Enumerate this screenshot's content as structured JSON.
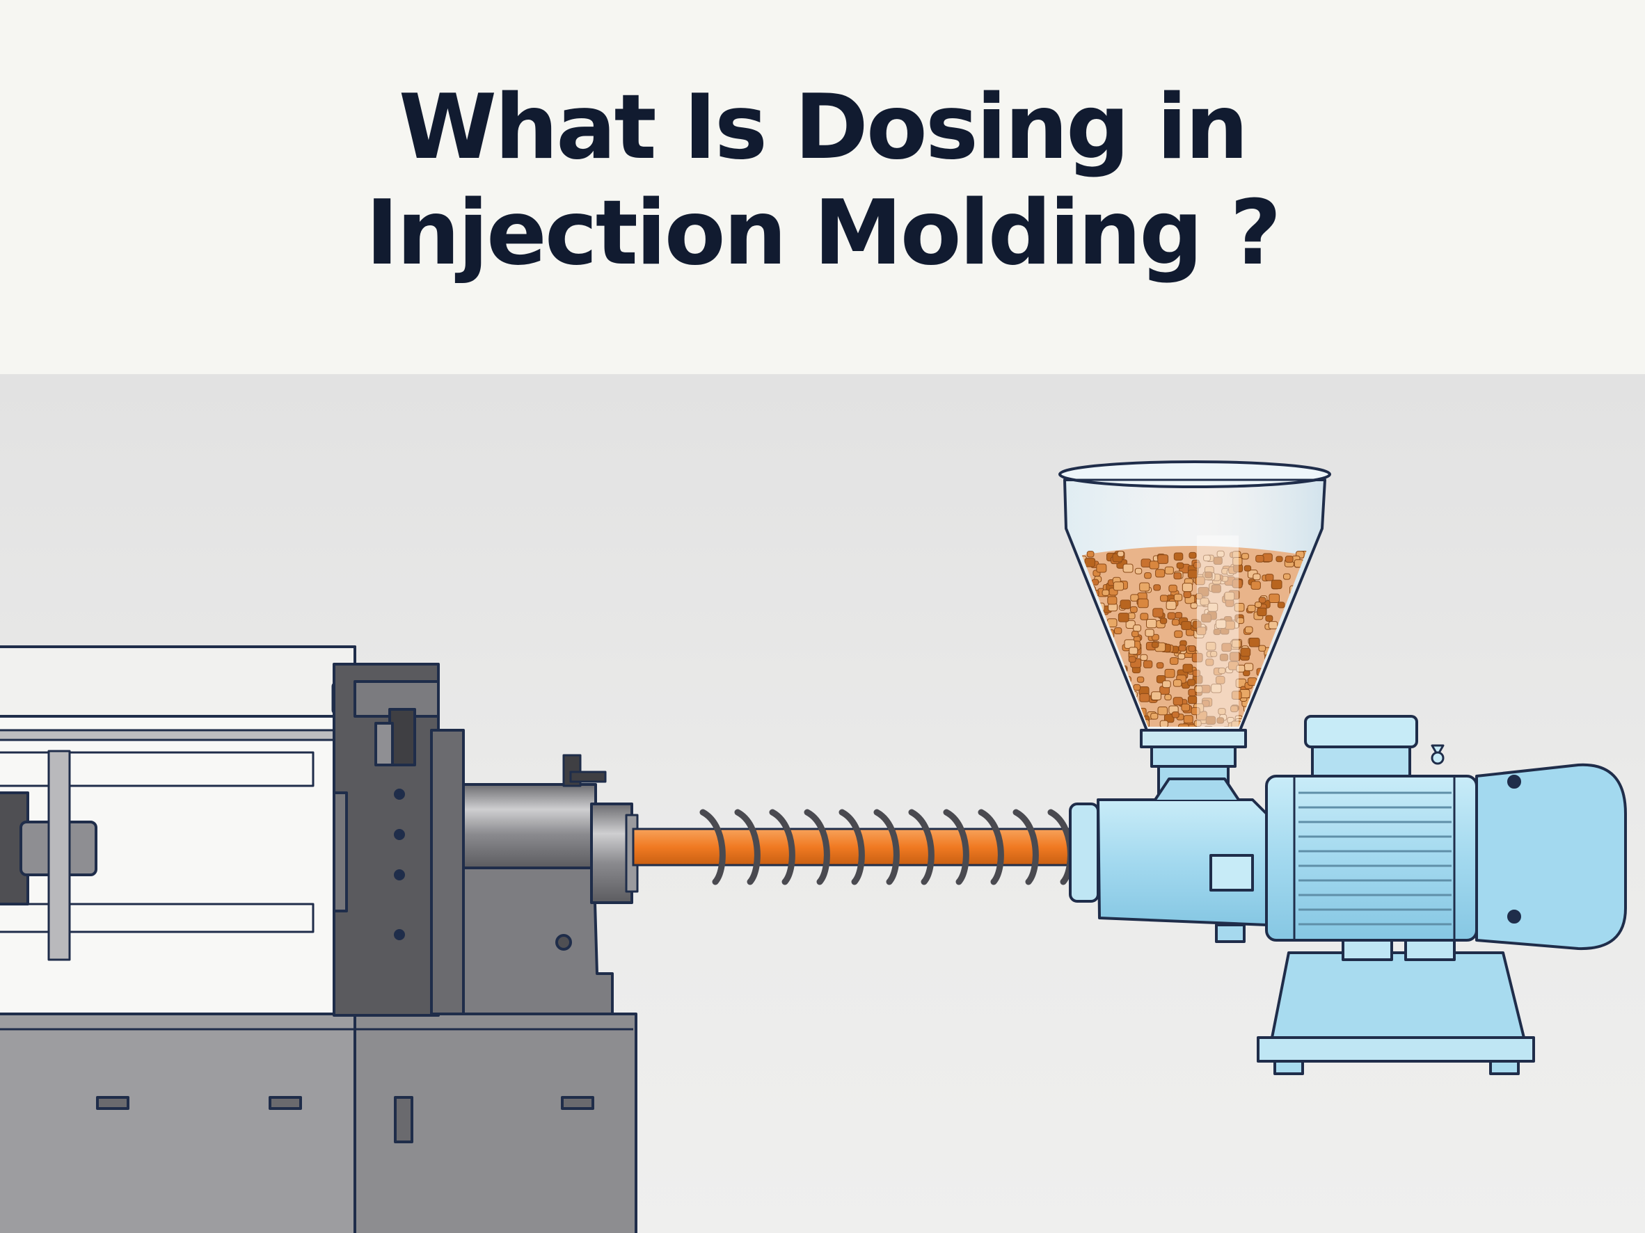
{
  "title": {
    "line1": "What Is Dosing in",
    "line2": "Injection Molding ?"
  },
  "colors": {
    "title_text": "#111b30",
    "outline": "#1f2d4a",
    "machine_gray": "#8f8f92",
    "screw_orange": "#f07a22",
    "motor_blue": "#a9dcf0",
    "pellets": "#d98a4c"
  },
  "icons": {
    "injection_machine": "injection-molding-machine-illustration",
    "screw": "feed-screw-illustration",
    "hopper": "pellet-hopper-illustration",
    "motor": "dosing-motor-illustration"
  }
}
